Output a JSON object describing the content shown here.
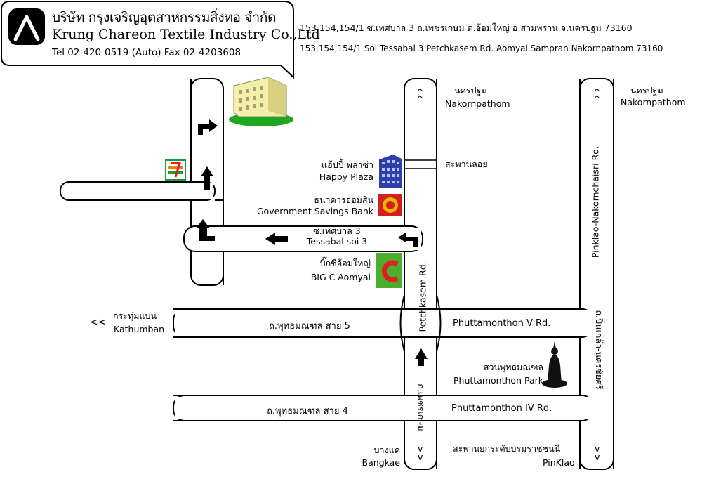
{
  "company": {
    "name_th": "บริษัท กรุงเจริญอุตสาหกรรมสิ่งทอ จำกัด",
    "name_en": "Krung Chareon Textile Industry Co.,Ltd",
    "phone": "Tel 02-420-0519 (Auto) Fax 02-4203608"
  },
  "address": {
    "th": "153,154,154/1 ซ.เทศบาล 3 ถ.เพชรเกษม ต.อ้อมใหญ่ อ.สามพราน จ.นครปฐม 73160",
    "en": "153,154,154/1 Soi Tessabal 3 Petchkasem Rd. Aomyai Sampran Nakornpathom 73160"
  },
  "roads": {
    "petchkasem_en": "Petchkasem Rd.",
    "petchkasem_th": "ถ.เพชรเกษม",
    "pinklao_en": "Pinklao-Nakornchaisri Rd.",
    "pinklao_th": "ถ.ปิ่นเกล้า-นครชัยศรี",
    "soi_th": "ซ.เทศบาล 3",
    "soi_en": "Tessabal soi 3",
    "phutta5_th": "ถ.พุทธมณฑล สาย 5",
    "phutta5_en": "Phuttamonthon V Rd.",
    "phutta4_th": "ถ.พุทธมณฑล สาย 4",
    "phutta4_en": "Phuttamonthon IV Rd."
  },
  "directions": {
    "np1_th": "นครปฐม",
    "np1_en": "Nakornpathom",
    "np2_th": "นครปฐม",
    "np2_en": "Nakornpathom",
    "bangkae_th": "บางแค",
    "bangkae_en": "Bangkae",
    "pinklao_th": "สะพานยกระดับบรมราชชนนี",
    "pinklao_en": "PinKlao",
    "kathumban_th": "กระทุ่มแบน",
    "kathumban_en": "Kathumban",
    "up_mark": "^",
    "down_mark": "v",
    "left_mark": "<<"
  },
  "landmarks": {
    "happy_th": "แฮ้ปปี้ พลาซ่า",
    "happy_en": "Happy Plaza",
    "bank_th": "ธนาคารออมสิน",
    "bank_en": "Government Savings Bank",
    "bigc_th": "บิ๊กซีอ้อมใหญ่",
    "bigc_en": "BIG C Aomyai",
    "park_th": "สวนพุทธมณฑล",
    "park_en": "Phuttamonthon Park",
    "bridge_th": "สะพานลอย",
    "seven_eleven": "7"
  },
  "colors": {
    "road_border": "#000000",
    "building_yellow": "#f3eeaa",
    "lawn_green": "#1fa81f",
    "plaza_blue": "#2f3fa8",
    "bank_red": "#d22020",
    "bank_gold": "#f0b400",
    "bigc_green": "#4cae2f",
    "bigc_red": "#e02020",
    "seven_green": "#1a9a3a",
    "seven_red": "#e02020",
    "seven_orange": "#f08000"
  }
}
